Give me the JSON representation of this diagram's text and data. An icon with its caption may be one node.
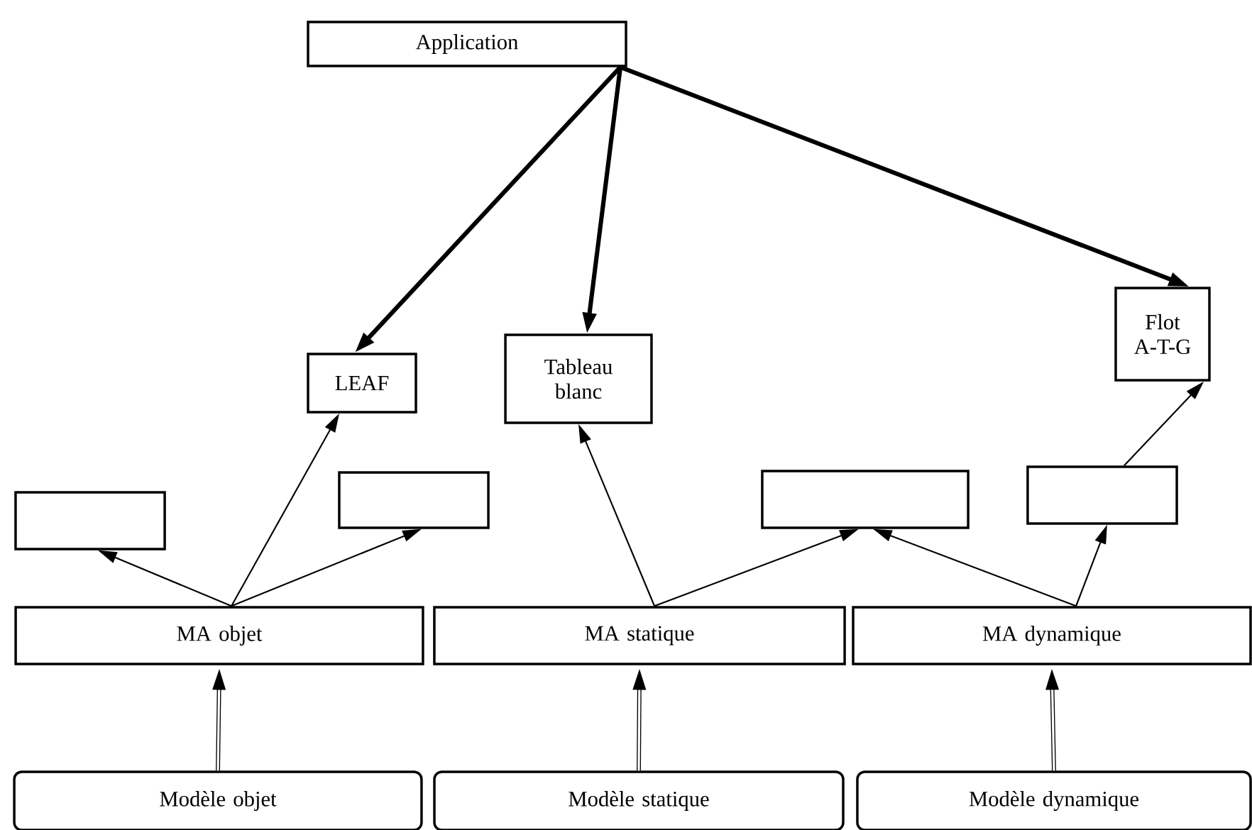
{
  "diagram": {
    "nodes": [
      {
        "text": [
          "Application"
        ]
      },
      {
        "text": [
          "LEAF"
        ]
      },
      {
        "text": [
          "Tableau blanc"
        ]
      },
      {
        "text": [
          "Flot A-T-G"
        ]
      },
      {
        "text": [],
        "shape": "box"
      },
      {
        "text": [],
        "shape": "box"
      },
      {
        "text": [],
        "shape": "box"
      },
      {
        "text": [],
        "shape": "box"
      },
      {
        "text": [
          "MA objet"
        ]
      },
      {
        "text": [
          "MA statique"
        ]
      },
      {
        "text": [
          "MA dynamique"
        ]
      },
      {
        "text": [
          "Modèle objet"
        ]
      },
      {
        "text": [
          "Modèle statique"
        ]
      },
      {
        "text": [
          "Modèle dynamique"
        ]
      }
    ],
    "edges": [
      {
        "from": 0,
        "to": 1,
        "arrow": "to",
        "style": "thick"
      },
      {
        "from": 0,
        "to": 2,
        "arrow": "to",
        "style": "thick"
      },
      {
        "from": 0,
        "to": 3,
        "arrow": "to",
        "style": "thick"
      },
      {
        "from": 8,
        "to": 4,
        "arrow": "to"
      },
      {
        "from": 8,
        "to": 1,
        "arrow": "to"
      },
      {
        "from": 8,
        "to": 5,
        "arrow": "to"
      },
      {
        "from": 9,
        "to": 2,
        "arrow": "to"
      },
      {
        "from": 9,
        "to": 6,
        "arrow": "to"
      },
      {
        "from": 10,
        "to": 6,
        "arrow": "to"
      },
      {
        "from": 10,
        "to": 7,
        "arrow": "to"
      },
      {
        "from": 7,
        "to": 3,
        "arrow": "to"
      },
      {
        "from": 11,
        "to": 8,
        "arrow": "to",
        "style": "thick"
      },
      {
        "from": 12,
        "to": 9,
        "arrow": "to",
        "style": "thick"
      },
      {
        "from": 13,
        "to": 10,
        "arrow": "to",
        "style": "thick"
      }
    ]
  }
}
